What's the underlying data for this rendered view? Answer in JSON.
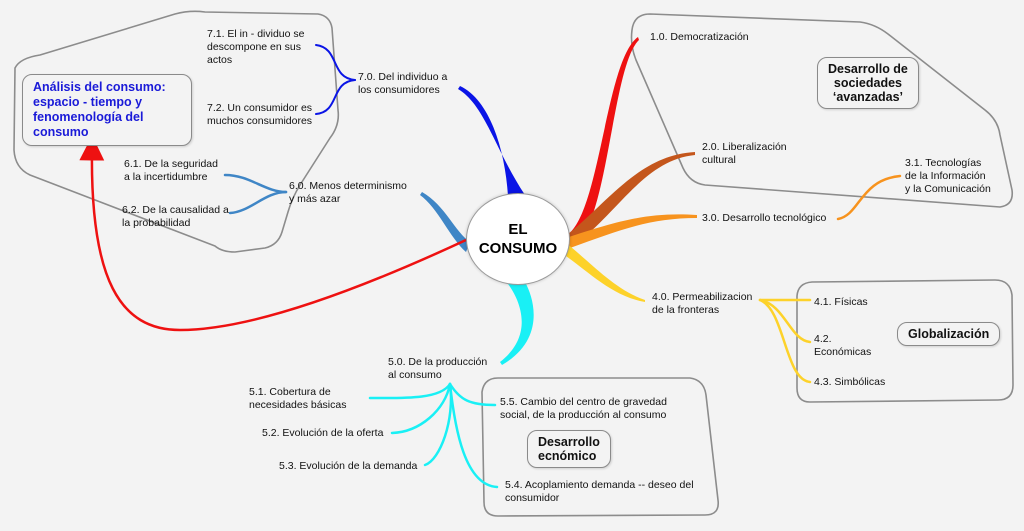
{
  "center": "EL\nCONSUMO",
  "title": "Análisis del consumo:\nespacio - tiempo y\nfenomenología del\nconsumo",
  "groups": {
    "sociedades": "Desarrollo de\nsociedades\n‘avanzadas’",
    "globalizacion": "Globalización",
    "economico": "Desarrollo\necnómico"
  },
  "nodes": {
    "n1_0": "1.0. Democratización",
    "n2_0": "2.0. Liberalización\ncultural",
    "n3_0": "3.0. Desarrollo tecnológico",
    "n3_1": "3.1. Tecnologías\nde la Información\ny la Comunicación",
    "n4_0": "4.0. Permeabilizacion\nde la fronteras",
    "n4_1": "4.1. Físicas",
    "n4_2": "4.2.\nEconómicas",
    "n4_3": "4.3. Simbólicas",
    "n5_0": "5.0. De la producción\nal consumo",
    "n5_1": "5.1. Cobertura de\nnecesidades básicas",
    "n5_2": "5.2. Evolución de la oferta",
    "n5_3": "5.3. Evolución de la demanda",
    "n5_4": "5.4. Acoplamiento demanda -- deseo del\nconsumidor",
    "n5_5": "5.5. Cambio del centro de gravedad\nsocial, de la producción al consumo",
    "n6_0": "6.0. Menos determinismo\ny más azar",
    "n6_1": "6.1. De la seguridad\na la incertidumbre",
    "n6_2": "6.2. De la causalidad a\nla probabilidad",
    "n7_0": "7.0. Del individuo a\nlos consumidores",
    "n7_1": "7.1. El in - dividuo se\ndescompone en sus\nactos",
    "n7_2": "7.2. Un consumidor es\nmuchos consumidores"
  },
  "colors": {
    "red": "#ee1111",
    "brown": "#c4561c",
    "orange": "#f7931e",
    "yellow": "#fdd22a",
    "cyan": "#19f0f5",
    "blue": "#0a14e6",
    "steel": "#3f86c6",
    "title_blue": "#1a1ad8",
    "boundary": "#8c8c8c"
  }
}
